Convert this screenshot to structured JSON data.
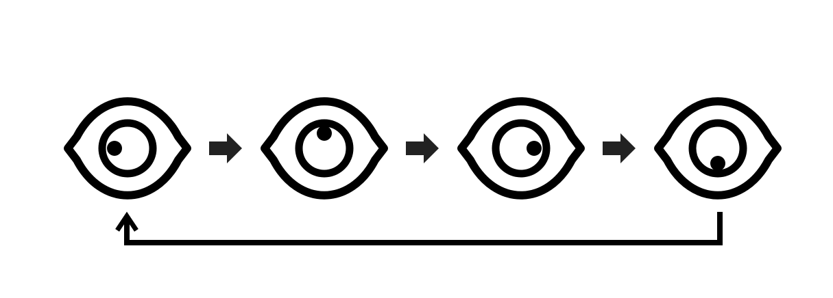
{
  "diagram": {
    "type": "cycle",
    "ink_color": "#000000",
    "arrow_color": "#222222",
    "background": "#ffffff",
    "steps": [
      {
        "icon": "eye-icon",
        "gaze": "left"
      },
      {
        "icon": "eye-icon",
        "gaze": "up"
      },
      {
        "icon": "eye-icon",
        "gaze": "right"
      },
      {
        "icon": "eye-icon",
        "gaze": "down"
      }
    ],
    "connectors": [
      {
        "from": 1,
        "to": 2,
        "icon": "arrow-right-icon"
      },
      {
        "from": 2,
        "to": 3,
        "icon": "arrow-right-icon"
      },
      {
        "from": 3,
        "to": 4,
        "icon": "arrow-right-icon"
      }
    ],
    "loop_back": {
      "from": 4,
      "to": 1,
      "icon": "loop-arrow-icon"
    }
  }
}
